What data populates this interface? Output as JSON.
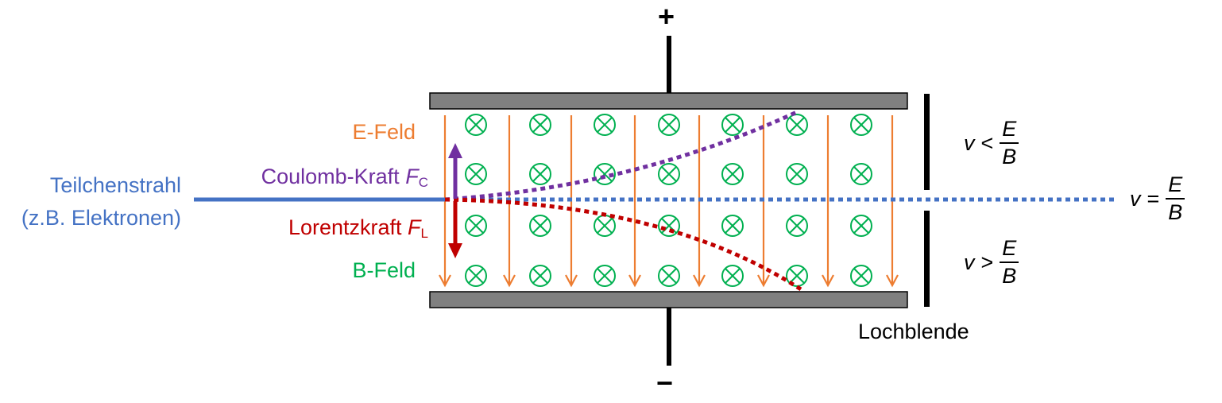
{
  "labels": {
    "e_field": "E-Feld",
    "coulomb": "Coulomb-Kraft",
    "coulomb_sym": "F",
    "coulomb_sub": "C",
    "lorentz": "Lorentzkraft",
    "lorentz_sym": "F",
    "lorentz_sub": "L",
    "b_field": "B-Feld",
    "beam_line1": "Teilchenstrahl",
    "beam_line2": "(z.B. Elektronen)",
    "aperture": "Lochblende",
    "plus": "+",
    "minus": "−"
  },
  "conditions": {
    "less": {
      "lhs": "v",
      "op": "<",
      "num": "E",
      "den": "B"
    },
    "equal": {
      "lhs": "v",
      "op": "=",
      "num": "E",
      "den": "B"
    },
    "greater": {
      "lhs": "v",
      "op": ">",
      "num": "E",
      "den": "B"
    }
  },
  "colors": {
    "e_field": "#ED7D31",
    "b_field": "#00B050",
    "coulomb": "#7030A0",
    "lorentz": "#C00000",
    "beam": "#4472C4",
    "plate": "#808080",
    "black": "#000000"
  }
}
